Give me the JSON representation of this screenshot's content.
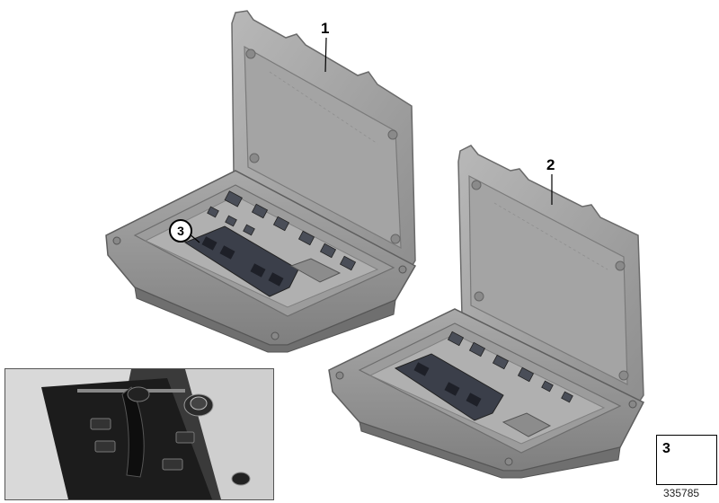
{
  "callouts": {
    "kit_1": "1",
    "kit_2": "2",
    "switch_3": "3"
  },
  "legend": {
    "item_number": "3",
    "icon": "screw-icon"
  },
  "reference_id": "335785"
}
